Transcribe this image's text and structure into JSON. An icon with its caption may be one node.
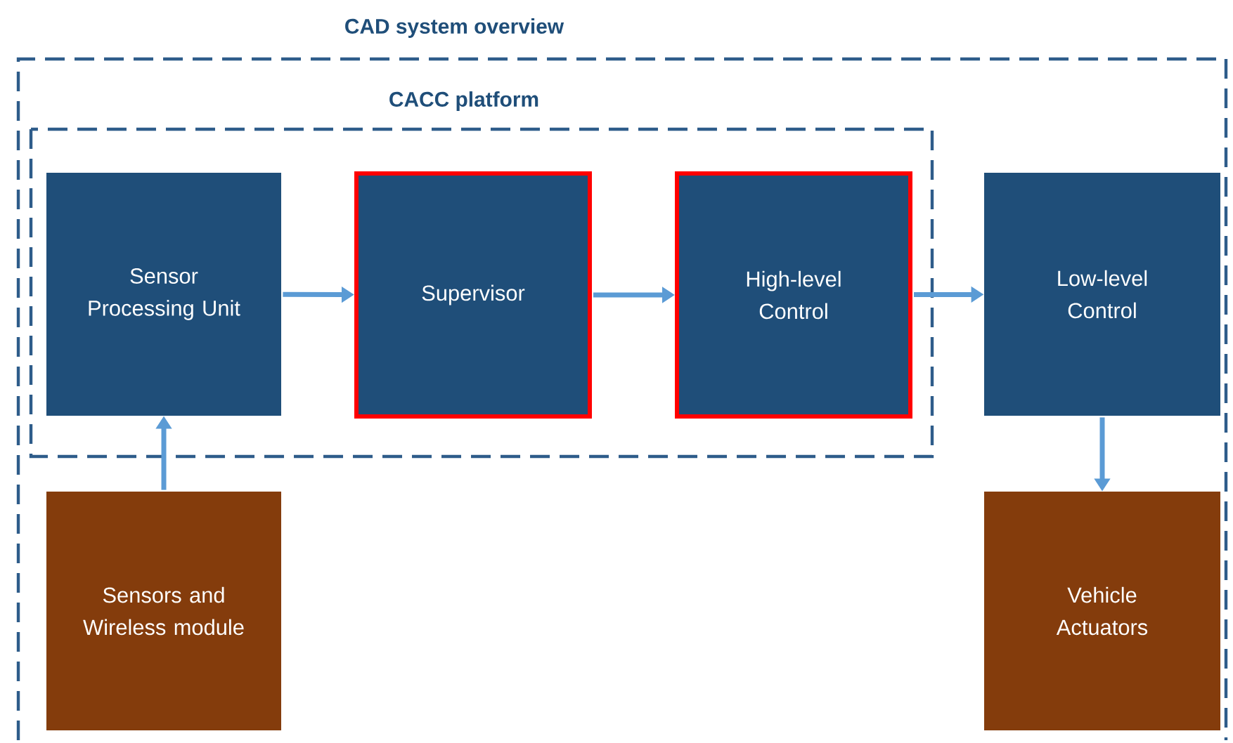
{
  "diagram": {
    "nodes": [
      {
        "text": [
          "CAD system overview"
        ]
      },
      {
        "text": [
          "CACC platform"
        ],
        "in": 0
      },
      {
        "text": [
          "Sensor Processing Unit"
        ],
        "in": 1
      },
      {
        "text": [
          "Supervisor"
        ],
        "in": 1
      },
      {
        "text": [
          "High-level Control"
        ],
        "in": 1
      },
      {
        "text": [
          "Low-level Control"
        ],
        "in": 0
      },
      {
        "text": [
          "Sensors and Wireless module"
        ],
        "in": 0
      },
      {
        "text": [
          "Vehicle Actuators"
        ],
        "in": 0
      }
    ],
    "edges": [
      {
        "from": 2,
        "to": 3,
        "arrow": "to"
      },
      {
        "from": 3,
        "to": 4,
        "arrow": "to"
      },
      {
        "from": 4,
        "to": 5,
        "arrow": "to"
      },
      {
        "from": 6,
        "to": 2,
        "arrow": "to"
      },
      {
        "from": 5,
        "to": 7,
        "arrow": "to"
      }
    ]
  }
}
